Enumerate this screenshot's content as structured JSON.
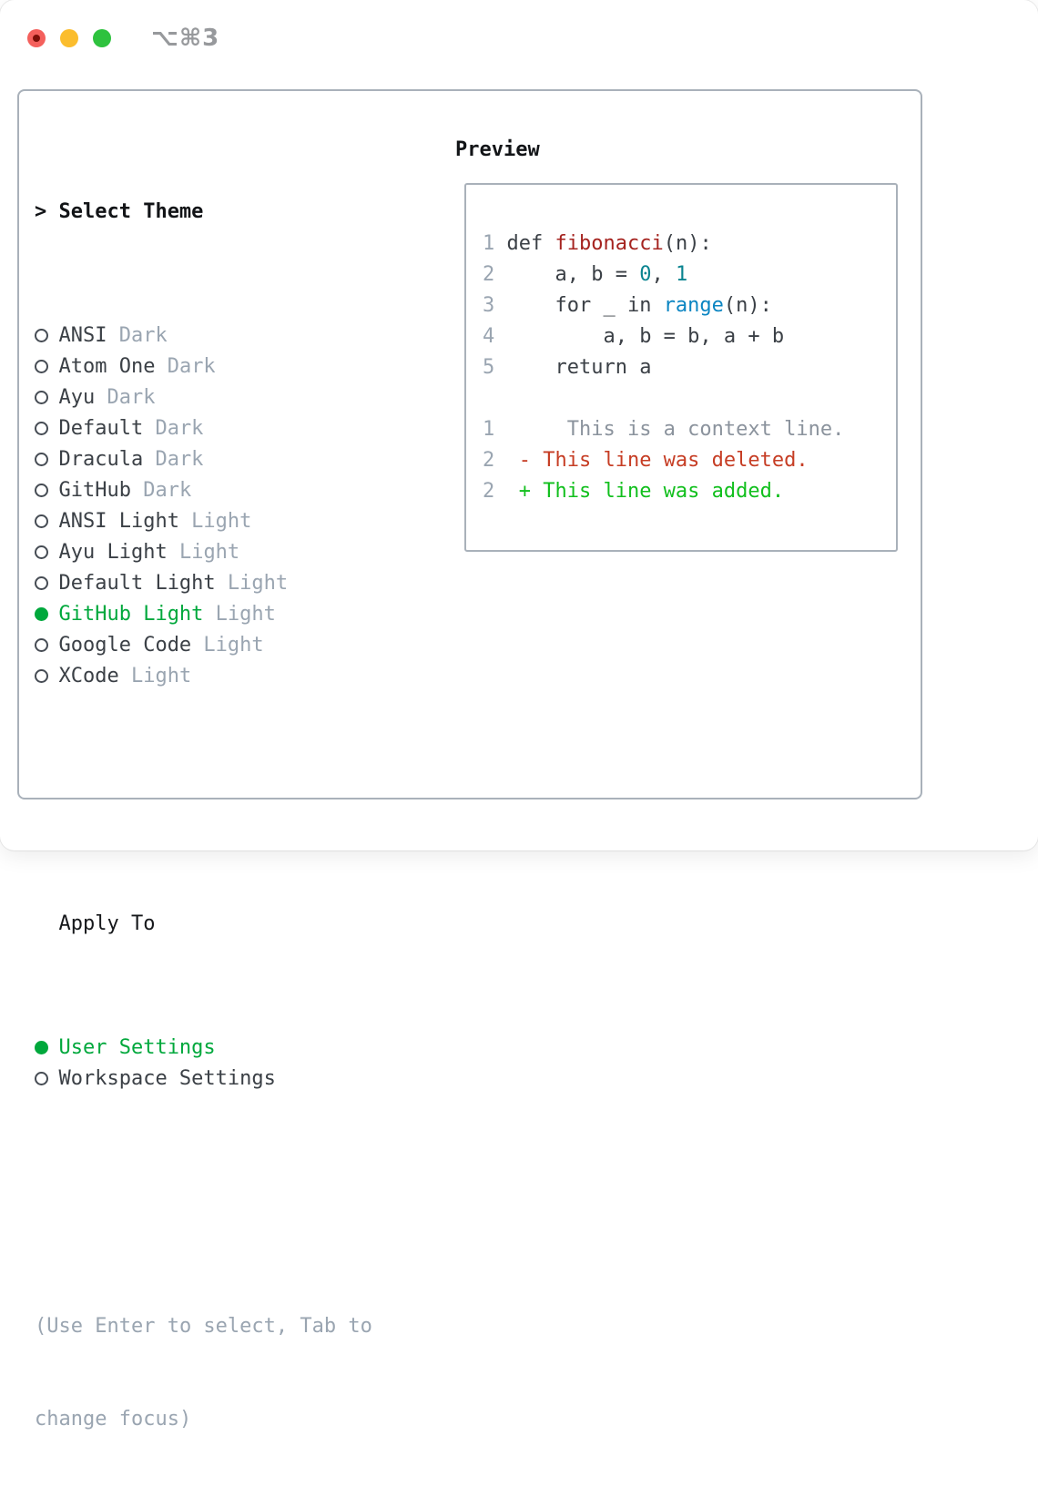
{
  "window": {
    "title": "⌥⌘3",
    "traffic_lights": [
      {
        "name": "close",
        "color": "#f4605c"
      },
      {
        "name": "minimize",
        "color": "#fbbd2d"
      },
      {
        "name": "zoom",
        "color": "#2ec23e"
      }
    ]
  },
  "colors": {
    "accent_green": "#00a83c",
    "text_dark": "#3b4046",
    "text_gray": "#9aa5b1",
    "border_gray": "#a9b1ba",
    "syntax_function_red": "#a5231f",
    "syntax_number_teal": "#0a8490",
    "syntax_builtin_blue": "#0b85c2",
    "diff_deleted_red": "#c63d24",
    "diff_added_green": "#11bf1d"
  },
  "left_panel": {
    "header": {
      "marker": ">",
      "label": "Select Theme"
    },
    "themes": [
      {
        "name": "ANSI",
        "variant": "Dark",
        "selected": false
      },
      {
        "name": "Atom One",
        "variant": "Dark",
        "selected": false
      },
      {
        "name": "Ayu",
        "variant": "Dark",
        "selected": false
      },
      {
        "name": "Default",
        "variant": "Dark",
        "selected": false
      },
      {
        "name": "Dracula",
        "variant": "Dark",
        "selected": false
      },
      {
        "name": "GitHub",
        "variant": "Dark",
        "selected": false
      },
      {
        "name": "ANSI Light",
        "variant": "Light",
        "selected": false
      },
      {
        "name": "Ayu Light",
        "variant": "Light",
        "selected": false
      },
      {
        "name": "Default Light",
        "variant": "Light",
        "selected": false
      },
      {
        "name": "GitHub Light",
        "variant": "Light",
        "selected": true
      },
      {
        "name": "Google Code",
        "variant": "Light",
        "selected": false
      },
      {
        "name": "XCode",
        "variant": "Light",
        "selected": false
      }
    ],
    "apply_to": {
      "label": "Apply To",
      "options": [
        {
          "name": "User Settings",
          "selected": true
        },
        {
          "name": "Workspace Settings",
          "selected": false
        }
      ]
    },
    "hint_lines": [
      "(Use Enter to select, Tab to",
      "change focus)"
    ]
  },
  "preview": {
    "title": "Preview",
    "code_lines": [
      {
        "num": "1",
        "tokens": [
          {
            "t": "def ",
            "c": "code"
          },
          {
            "t": "fibonacci",
            "c": "func"
          },
          {
            "t": "(n):",
            "c": "code"
          }
        ]
      },
      {
        "num": "2",
        "tokens": [
          {
            "t": "    a, b = ",
            "c": "code"
          },
          {
            "t": "0",
            "c": "number"
          },
          {
            "t": ", ",
            "c": "code"
          },
          {
            "t": "1",
            "c": "number"
          }
        ]
      },
      {
        "num": "3",
        "tokens": [
          {
            "t": "    for _ in ",
            "c": "code"
          },
          {
            "t": "range",
            "c": "builtin"
          },
          {
            "t": "(n):",
            "c": "code"
          }
        ]
      },
      {
        "num": "4",
        "tokens": [
          {
            "t": "        a, b = b, a + b",
            "c": "code"
          }
        ]
      },
      {
        "num": "5",
        "tokens": [
          {
            "t": "    return a",
            "c": "code"
          }
        ]
      },
      {
        "num": "",
        "tokens": []
      },
      {
        "num": "1",
        "tokens": [
          {
            "t": "     This is a context line.",
            "c": "context"
          }
        ]
      },
      {
        "num": "2",
        "tokens": [
          {
            "t": " - This line was deleted.",
            "c": "deleted"
          }
        ]
      },
      {
        "num": "2",
        "tokens": [
          {
            "t": " + This line was added.",
            "c": "added"
          }
        ]
      }
    ]
  }
}
